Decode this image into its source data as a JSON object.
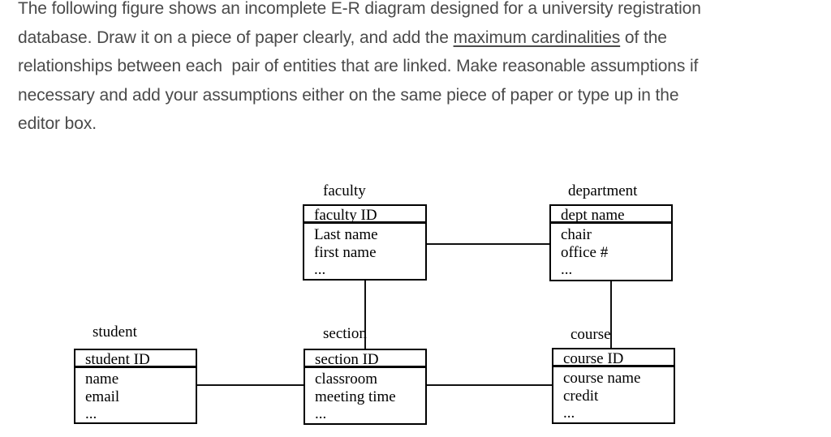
{
  "question": {
    "lines": [
      {
        "text": "The following figure shows an incomplete E-R diagram designed for a university registration"
      },
      {
        "pre": "database. Draw it on a piece of paper clearly, and add the ",
        "underline": "maximum cardinalities",
        "post": " of the"
      },
      {
        "text": "relationships between each  pair of entities that are linked. Make reasonable assumptions if"
      },
      {
        "text": "necessary and add your assumptions either on the same piece of paper or type up in the"
      },
      {
        "text": "editor box."
      }
    ]
  },
  "diagram": {
    "entities": [
      {
        "name": "faculty",
        "key": "faculty ID",
        "attributes": [
          "Last name",
          "first name",
          "..."
        ]
      },
      {
        "name": "department",
        "key": "dept name",
        "attributes": [
          "chair",
          "office #",
          "..."
        ]
      },
      {
        "name": "student",
        "key": "student ID",
        "attributes": [
          "name",
          "email",
          "..."
        ]
      },
      {
        "name": "section",
        "key": "section ID",
        "attributes": [
          "classroom",
          "meeting time",
          "..."
        ]
      },
      {
        "name": "course",
        "key": "course ID",
        "attributes": [
          "course name",
          "credit",
          "..."
        ]
      }
    ],
    "relationships": [
      {
        "from": "faculty",
        "to": "department"
      },
      {
        "from": "faculty",
        "to": "section"
      },
      {
        "from": "department",
        "to": "course"
      },
      {
        "from": "student",
        "to": "section"
      },
      {
        "from": "section",
        "to": "course"
      }
    ],
    "colors": {
      "line": "#101010",
      "text": "#000000"
    }
  },
  "colors": {
    "background": "#ffffff",
    "question_text": "#4a4a4a"
  }
}
